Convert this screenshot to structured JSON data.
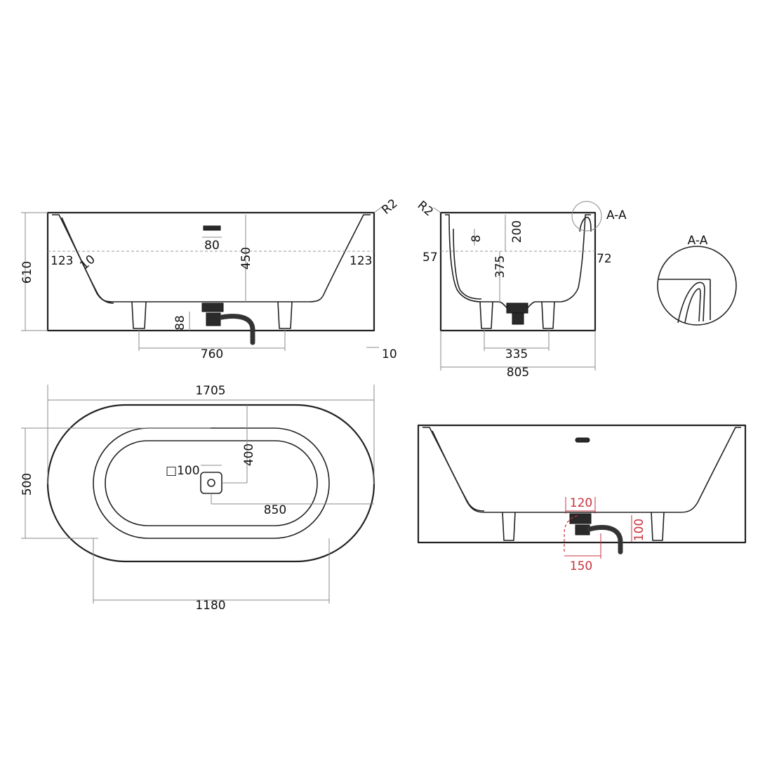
{
  "front_view": {
    "height": "610",
    "wall_left": "123",
    "wall_right": "123",
    "thickness": "10",
    "overflow_width": "80",
    "depth": "450",
    "radius": "R2",
    "leg_height": "88",
    "leg_span": "760",
    "base_offset": "10"
  },
  "side_view": {
    "radius": "R2",
    "top_depth": "200",
    "wall_thickness": "8",
    "left_offset": "57",
    "right_offset": "72",
    "drain_height": "375",
    "leg_span": "335",
    "width": "805",
    "section_marker": "A-A"
  },
  "detail": {
    "title": "A-A"
  },
  "plan_view": {
    "length": "1705",
    "width": "500",
    "drain_size": "□100",
    "drain_from_top": "400",
    "drain_from_end": "850",
    "inner_length": "1180"
  },
  "installation_view": {
    "drain_width": "120",
    "drain_clearance": "100",
    "access_width": "150",
    "accent_color": "#c8323c"
  }
}
